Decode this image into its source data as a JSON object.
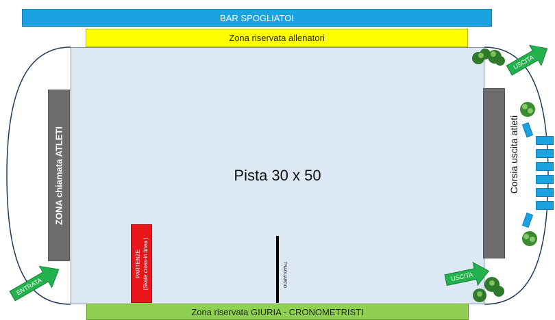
{
  "bar_spogliatoi": "BAR SPOGLIATOI",
  "zona_allenatori": "Zona riservata allenatori",
  "zona_giuria": "Zona riservata GIURIA - CRONOMETRISTI",
  "pista": "Pista 30 x 50",
  "zona_chiamata": "ZONA chiamata ATLETI",
  "corsia_uscita": "Corsia uscita atleti",
  "partenze_line1": "PARTENZE",
  "partenze_line2": "(Skate cross-in linea )",
  "traguardo": "TRAGUARDO",
  "arrows": {
    "entrata": "ENTRATA",
    "uscita_top": "USCITA",
    "uscita_bottom": "USCITA"
  },
  "colors": {
    "bar_blue": "#1aa3e0",
    "yellow": "#ffff00",
    "green_zone": "#8fcf52",
    "pista": "#dde8f5",
    "grey_box": "#6d6d6d",
    "red_start": "#e8151b",
    "arrow_green": "#22b14c"
  }
}
